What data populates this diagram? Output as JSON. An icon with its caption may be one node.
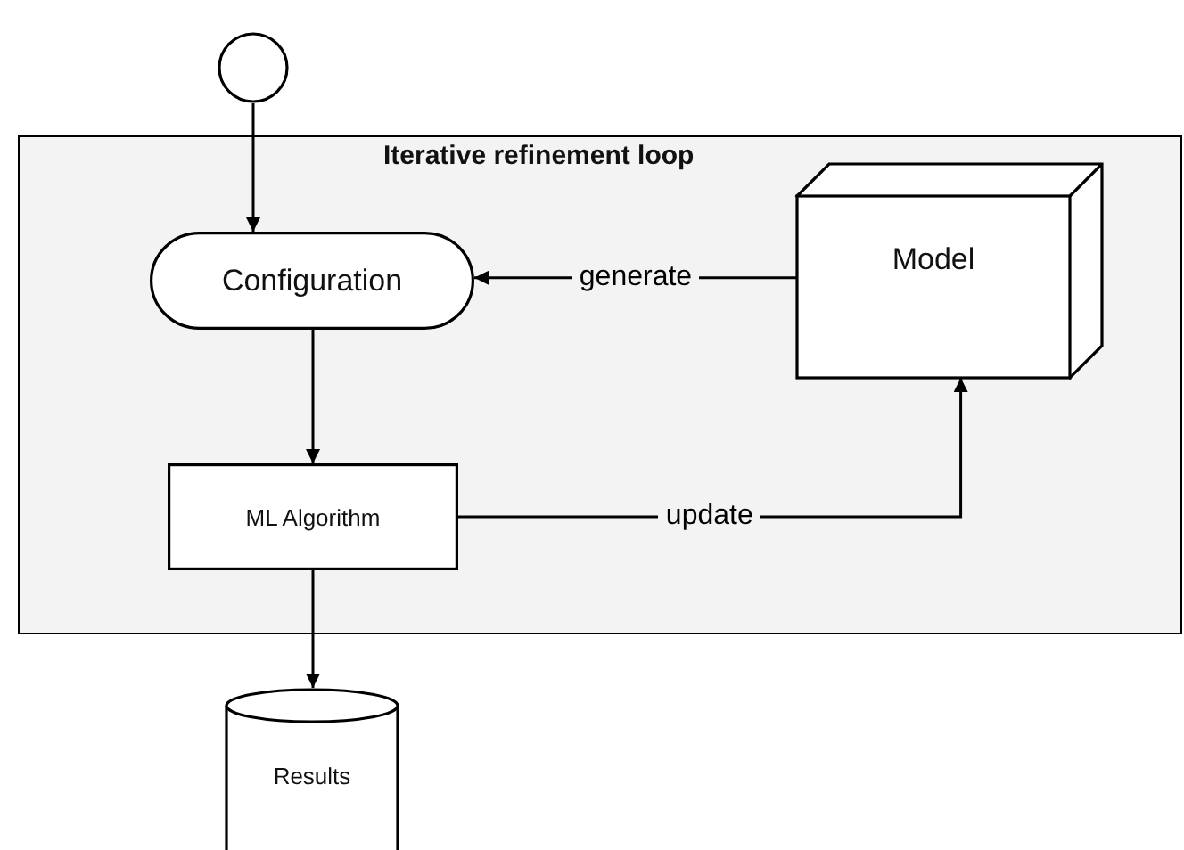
{
  "diagram": {
    "nodes": [
      {
        "text": [],
        "shape": "circle"
      },
      {
        "text": [
          "Iterative refinement loop"
        ]
      },
      {
        "text": [
          "Configuration"
        ],
        "in": 1
      },
      {
        "text": [
          "Model"
        ],
        "in": 1
      },
      {
        "text": [
          "ML Algorithm"
        ],
        "in": 1
      },
      {
        "text": [
          "Results"
        ]
      }
    ],
    "edges": [
      {
        "from": 0,
        "to": 2,
        "arrow": "to"
      },
      {
        "from": 3,
        "to": 2,
        "arrow": "to",
        "label": "generate"
      },
      {
        "from": 2,
        "to": 4,
        "arrow": "to"
      },
      {
        "from": 4,
        "to": 3,
        "arrow": "to",
        "label": "update"
      },
      {
        "from": 4,
        "to": 5,
        "arrow": "to"
      }
    ]
  }
}
